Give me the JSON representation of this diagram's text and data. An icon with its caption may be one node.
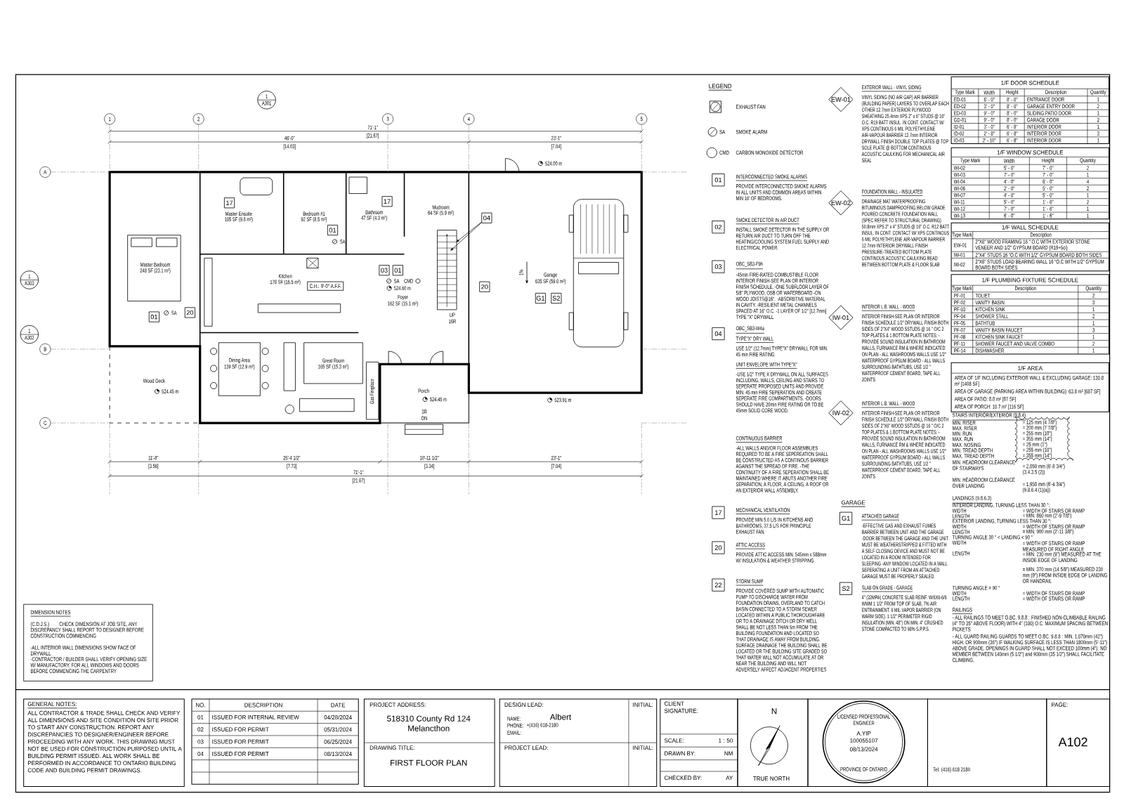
{
  "diagram": {
    "nodes": [
      {
        "text": [
          "17"
        ]
      },
      {
        "text": [
          "17"
        ]
      },
      {
        "text": [
          "04"
        ]
      },
      {
        "text": [
          "01"
        ]
      },
      {
        "text": [
          "03"
        ]
      },
      {
        "text": [
          "01"
        ]
      },
      {
        "text": [
          "20"
        ]
      },
      {
        "text": [
          "G1"
        ]
      },
      {
        "text": [
          "S2"
        ]
      },
      {
        "text": [
          "01"
        ]
      },
      {
        "text": [
          "20"
        ]
      },
      {
        "text": [
          "C.H.: 9'-0\" A.F.F."
        ]
      },
      {
        "text": [
          "01"
        ]
      },
      {
        "text": [
          "02"
        ]
      },
      {
        "text": [
          "03"
        ]
      },
      {
        "text": [
          "04"
        ]
      },
      {
        "text": [
          "17"
        ]
      },
      {
        "text": [
          "20"
        ]
      },
      {
        "text": [
          "22"
        ]
      },
      {
        "text": [
          "EW-01"
        ]
      },
      {
        "text": [
          "EW-02"
        ]
      },
      {
        "text": [
          "IW-01"
        ]
      },
      {
        "text": [
          "IW-02"
        ]
      },
      {
        "text": [
          "G1"
        ]
      },
      {
        "text": [
          "S2"
        ]
      }
    ],
    "edges": [
      {
        "from": 2,
        "to": null,
        "arrow": "to"
      },
      {
        "from": 2,
        "to": null,
        "arrow": "to"
      }
    ],
    "labels": [
      "1",
      "A301",
      "71'-1\"",
      "[21.67]",
      "46'-0\"",
      "[14.03]",
      "23'-1\"",
      "[7.04]",
      "1",
      "2",
      "3",
      "4",
      "5",
      "A",
      "B",
      "C",
      "1",
      "A303",
      "1",
      "A302",
      "Master Bedroom",
      "248 SF (23.1 m²)",
      "Master Ensuite",
      "105 SF (9.8 m²)",
      "Bedroom #1",
      "92 SF (8.5 m²)",
      "Bathroom",
      "47 SF (4.3 m²)",
      "Mudroom",
      "64 SF (5.9 m²)",
      "Kitchen",
      "178 SF (16.5 m²)",
      "Foyer",
      "162 SF (15.1 m²)",
      "Garage",
      "635 SF (59.0 m²)",
      "Dining Area",
      "139 SF (12.9 m²)",
      "Great Room",
      "165 SF (15.3 m²)",
      "Wood Deck",
      "524.45 m",
      "Porch",
      "524.45 m",
      "524.60 m",
      "524.00 m",
      "523.91 m",
      "Gas Fireplace",
      "UP 16R",
      "3R DN",
      "1%",
      "SA",
      "SA",
      "SA",
      "CMD",
      "11'-8\"",
      "[3.56]",
      "25'-4 1/2\"",
      "[7.73]",
      "10'-11 1/2\"",
      "[3.34]",
      "23'-1\"",
      "[7.04]",
      "71'-1\"",
      "[21.67]",
      "LEGEND",
      "SA",
      "CMD",
      "INTERCONNECTED SMOKE ALARMS",
      "PROVIDE INTERCONNECTED SMOKE ALARMS IN ALL UNITS AND COMMON AREAS WITHIN MIN 16' OF BEDROOMS.",
      "SMOKE DETECTOR IN AIR DUCT",
      "INSTALL SMOKE DETECTOR IN THE SUPPLY OR RETURN AIR DUCT TO TURN OFF THE HEATING/COOLING SYSTEM FUEL SUPPLY AND ELECTRICAL POWER.",
      "OBC_SB3-F9h",
      "-45min FIRE-RATED COMBUSTIBLE FLOOR INTERIOR FINISH-SEE PLAN OR INTERIOR FINISH SCHEDULE. -ONE SUBFLOOR LAYER OF 5/8\" PLYWOOD, OSB OR WAFERBOARD -ON WOOD JOISTS@16\". -ABSORBTIVE MATERIAL IN CAVITY. -RESILIENT METAL CHANNELS SPACED AT 16\" O.C. -1 LAYER OF 1/2\" [12.7mm] TYPE \"X\" DRYWALL",
      "OBC_SB3-W4a",
      "TYPE\"X\" DRY WALL",
      "USE 1/2\" (12.7mm) TYPE\"X\" DRYWALL FOR MIN. 45 min FIRE RATING",
      "UNIT ENVELOPE WITH TYPE\"X\"",
      "-USE 1/2\" TYPE X DRYWALL ON ALL SURFACES INCLUDING, WALLS, CEILING AND STAIRS TO SEPERATE PROPOSED UNITS AND PROVIDE MIN. 45 min FIRE SEPERATION AND CREATE SEPERATE FIRE COMPARTMENTS. -DOORS SHOULD HAVE 20min FIRE RATING OR TO BE 45mm SOLID CORE WOOD.",
      "CONTINUOUS BARRIER",
      "-ALL WALLS AND/OR FLOOR ASSEMBLIES REQUIRED TO BE A FIRE SEPEREATION SHALL BE CONSTRUCTED AS A CONTINOUS BARRIER AGAINST THE SPREAD OF FIRE. -THE CONTINUITY OF A FIRE SEPERATION SHALL BE MAINTAINED WHERE IT ABUTS ANOTHER FIRE SEPARATION, A FLOOR, A CEILING, A ROOF OR AN EXTERIOR WALL ASSEMBLY.",
      "MECHANICAL VENTILATION",
      "PROVIDE MIN 5.0 L/S IN KITCHENS AND BATHROOMS, 37.5 L/S FOR PRINCIPLE EXHAUST FAN.",
      "ATTIC ACCESS",
      "PROVIDE ATTIC ACCESS MIN. 545mm x 588mm W/ INSULATION & WEATHER STRIPPING",
      "STORM SUMP",
      "PROVIDE COVERED SUMP WITH AUTOMATIC PUMP TO DISCHARGE WATER FROM FOUNDATION DRAINS, OVERLAND TO CATCH BASIN CONNECTED TO A STORM SEWER LOCATED WITHIN A PUBLIC THOROUGHFARE OR TO A DRAINAGE DITCH OR DRY WELL SHALL BE NOT LESS THAN 5m FROM THE BUILDING FOUNDATION AND LOCATED SO THAT DRAINAGE IS AWAY FROM BUILDING. SURFACE DRAINAGE THE BUILDING SHALL BE LOCATED OR THE BUILDING SITE GRADED SO THAT WATER WILL NOT ACCUMULATE AT OR NEAR THE BUILDING AND WILL NOT ADVERSELY AFFECT ADJACENT PROPERTIES",
      "EXTERIOR WALL - VINYL SIDING",
      "VINYL SIDING (NO AIR GAP) AIR BARRIER (BUILDING PAPER) LAYERS TO OVERLAP EACH OTHER 12.7mm EXTERIOR PLYWOOD SHEATHING 25.4mm XPS 2\" x 6\" STUDS @ 16\" O.C. R19 BATT INSUL. IN CONT. CONTACT W/ XPS CONTINOUS 6 MIL POLYETHYLENE AIR-VAPOUR BARRIER 12.7mm INTERIOR DRYWALL FINISH DOUBLE TOP PLATES @ TOP SOLE PLATE @ BOTTOM CONTINOUS ACOUSTIC CAULKING FOR MECHANICAL AIR SEAL",
      "FOUNDATION WALL - INSULATED",
      "DRAINAGE MAT WATERPROOFING BITUMINOUS DAMPROOFING BELOW GRADE POURED CONCRETE FOUNDATION WALL (SPEC REFER TO STRUCTURAL DRAWING) 50.8mm XPS 2\" x 4\" STUDS @ 16\" O.C. R12 BATT INSUL. IN CONT. CONTACT W/ XPS CONTINOUS 6 MIL POLYETHYLENE AIR-VAPOUR BARRIER 12.7mm INTERIOR DRYWALL FINISH PRESSURE-TREATED BOTTOM PLATE CONTINOUS ACOUSTIC CAULKING BEAD BETWEEN BOTTOM PLATE & FLOOR SLAB",
      "INTERIOR L.B. WALL - WOOD",
      "INTERIOR FINISH-SEE PLAN OR INTERIOR FINISH SCHEDULE 1/2\" DRYWALL FINISH BOTH SIDES OF 2\"X4\" WOOD SSTUDS @ 16 \" O/C 2 TOP PLATES & 1 BOTTOM PLATE NOTES: - PROVIDE SOUND INSULATION IN BATHROOM WALLS, FURNANCE RM & WHERE INDICATED ON PLAN - ALL WASHROOMS WALLS USE 1/2\" WATERPROOF GYPSUM BOARD - ALL WALLS SURROUNDING BATHTUBS, USE 1/2 \" WATERPROOF CEMENT BOARD, TAPE ALL JOINTS",
      "INTERIOR L.B. WALL - WOOD",
      "INTERIOR FINISH-SEE PLAN OR INTERIOR FINISH SCHEDULE 1/2\" DRYWALL FINISH BOTH SIDES OF 2\"X6\" WOOD SSTUDS @ 16 \" O/C 2 TOP PLATES & 1 BOTTOM PLATE NOTES: - PROVIDE SOUND INSULATION IN BATHROOM WALLS, FURNANCE RM & WHERE INDICATED ON PLAN - ALL WASHROOMS WALLS USE 1/2\" WATERPROOF GYPSUM BOARD - ALL WALLS SURROUNDING BATHTUBS, USE 1/2 \" WATERPROOF CEMENT BOARD, TAPE ALL JOINTS",
      "GARAGE",
      "ATTACHED GARAGE",
      "-EFFECTIVE GAS AND EXHAUST FUMES BARRIER BETWEEN UNIT AND THE GARAGE -DOOR BETWEEN THE GARAGE AND THE UNIT MUST BE WEATHERSTRIPPED & FITTED WITH A SELF CLOSING DEVICE AND MUST NOT BE LOCATED IN A ROOM INTENDED FOR SLEEPING -ANY WINDOW LOCATED IN A WALL SEPERATING A UNIT FROM AN ATTACHED GARAGE MUST BE PROPERLY SEALED.",
      "SLAB ON GRADE - GARAGE",
      "4\" (32MPA) CONCRETE SLAB REINF. W/6X6-6/6 WWM 1 1/2\" FROM TOP OF SLAB, 7% AIR ENTRAINMENT. 6 MIL VAPOR BARRIER (ON WARM SIDE). 1 1/2\" PERIMETER RIGID INSULATION (MIN. 48\") ON MIN. 4\" CRUSHED STONE COMPACTED TO 98% S.P.P.S.",
      "1/F DOOR SCHEDULE",
      "Type Mark",
      "Width",
      "Height",
      "Description",
      "Quantity",
      "ED-01",
      "6' - 0\"",
      "8' - 0\"",
      "ENTRANCE DOOR",
      "1",
      "ED-02",
      "3' - 0\"",
      "8' - 0\"",
      "GARAGE ENTRY DOOR",
      "2",
      "ED-03",
      "9' - 0\"",
      "8' - 0\"",
      "SLIDING PATIO DOOR",
      "1",
      "GD-01",
      "9' - 0\"",
      "8' - 0\"",
      "GARAGE DOOR",
      "2",
      "ID-01",
      "3' - 0\"",
      "6' - 8\"",
      "INTERIOR DOOR",
      "1",
      "ID-02",
      "2' - 8\"",
      "6' - 8\"",
      "INTERIOR DOOR",
      "3",
      "ID-03",
      "2' - 10\"",
      "6' - 8\"",
      "INTERIOR DOOR",
      "1",
      "1/F WINDOW SCHEDULE",
      "Type Mark",
      "Width",
      "Height",
      "Quantity",
      "WI-02",
      "5' - 0\"",
      "7' - 0\"",
      "2",
      "WI-03",
      "7' - 0\"",
      "7' - 0\"",
      "1",
      "WI-04",
      "4' - 0\"",
      "6' - 0\"",
      "4",
      "WI-06",
      "2' - 0\"",
      "5' - 0\"",
      "2",
      "WI-07",
      "4' - 0\"",
      "5' - 0\"",
      "1",
      "WI-11",
      "5' - 0\"",
      "1' - 6\"",
      "2",
      "WI-12",
      "7' - 0\"",
      "1' - 6\"",
      "1",
      "WI-13",
      "6' - 0\"",
      "1' - 6\"",
      "1",
      "1/F WALL SCHEDULE",
      "Type Mark",
      "Description",
      "EW-01",
      "2\"X6\" WOOD FRAMING 16 \" O.C WITH EXTERIOR STONE VENEER AND 1/2\" GYPSUM BOARD (R19+5ci)",
      "IW-01",
      "2\"X4\" STUDS 16 \"O.C WITH 1/2\" GYPSUM BOARD BOTH SIDES",
      "IW-02",
      "2\"X6\" STUDS LOAD BEARING WALL 16 \"O.C WITH 1/2\" GYPSUM BOARD BOTH SIDES",
      "1/F PLUMBING FIXTURE SCHEDULE",
      "Type Mark",
      "Description",
      "Quantity",
      "PF-01",
      "TOLIET",
      "2",
      "PF-02",
      "VANITY BASIN",
      "3",
      "PF-03",
      "KITCHEN SINK",
      "1",
      "PF-04",
      "SHOWER STALL",
      "2",
      "PF-05",
      "BATHTUB",
      "1",
      "PF-07",
      "VANITY BASIN FAUCET",
      "3",
      "PF-08",
      "KITCHEN SINK FAUCET",
      "1",
      "PF-11",
      "SHOWER FAUCET AND VALVE COMBO",
      "2",
      "PF-14",
      "DISHWASHER",
      "1",
      "1/F AREA",
      "AREA OF 1/F INCLUDING EXTERIOR WALL & EXCLUDING GARAGE: 130.8 m² [1408 SF]",
      "AREA OF GARAGE (PARKING AREA WITHIN BUILDING): 63.8 m² [687 SF]",
      "AREA OF PATIO: 8.0 m² [87 SF]",
      "AREA OF PORCH: 10.7 m² [116 SF]",
      "STAIRS INTERIOR/EXTERIOR (9.8.4)",
      "MIN. RISER",
      "= 125 mm (4 7/8\")",
      "MAX. RISER",
      "= 200 mm (7 7/8\")",
      "MIN. RUN",
      "= 255 mm (10\")",
      "MAX. RUN",
      "= 355 mm (14\")",
      "MAX. NOSING",
      "= 25 mm (1\")",
      "MIN. TREAD DEPTH",
      "= 255 mm (10\")",
      "MAX. TREAD DEPTH",
      "= 355 mm (14\")",
      "MIN. HEADROOM CLEARANCE OF STAIRWAYS",
      "= 2,050 mm (6'-8 3/4\")",
      "(3.4.3.5 (2))",
      "MIN. HEADROOM CLEARANCE OVER LANDING",
      "= 1,950 mm (6'-4 3/4\")",
      "(9.8.6.4 (1)(a))",
      "LANDINGS (9.8.6.3)",
      "INTERIOR LANDING, TURNING LESS THAN 30 °:",
      "WIDTH",
      "= WIDTH OF STAIRS OR RAMP",
      "LENGTH",
      "= MIN. 860 mm (2'-9 7/8\")",
      "EXTERIOR LANDING, TURNING LESS THAN 30 °:",
      "WIDTH",
      "= WIDTH OF STAIRS OR RAMP",
      "LENGTH",
      "= MIN. 900 mm (2'-11 3/8\")",
      "TURNING ANGLE 30 ° < LANDING < 90 °",
      "WIDTH",
      "= WIDTH OF STAIRS OR RAMP MEASURED OF RIGHT ANGLE",
      "LENGTH",
      "= MIN. 230 mm (9\") MEASURED AT THE INSIDE EDGE OF LANDING",
      "= MIN. 370 mm (14 5/8\") MEASURED 230 mm (9\") FROM INSIDE EDGE OF LANDING OR HANDRAIL",
      "TURNING ANGLE = 90 °",
      "WIDTH",
      "= WIDTH OF STAIRS OR RAMP",
      "LENGTH",
      "= WIDTH OF STAIRS OR RAMP",
      "RAILINGS",
      "- ALL RAILINGS TO MEET O.BC. 9.8.8 : FINISHED NON-CLIMBABLE RAILING (4\" TO 35\" ABOVE FLOOR) WITH 4\" (100) O.C. MAXIMUM SPACING BETWEEN PICKETS",
      "- ALL GUARD RAILING GUARDS TO MEET O.BC. 9.8.8 : MIN. 1,070mm (42\") HIGH. OR 900mm (36\") IF WALKING SURFACE IS LESS THAN 1800mm (5'-11\") ABOVE GRADE. OPENINGS IN GUARD SHALL NOT EXCEED 100mm (4\"). NO MEMBER BETWEEN 140mm (5 1/2\") and 900mm (35 1/2\") SHALL FACILITATE CLIMBING.",
      "DIMENSION NOTES",
      "(C.D.J.S.)",
      "CHECK DIMENSION AT JOB SITE, ANY DISCREPANCY SHALL REPORT TO DESIGNER BEFORE CONSTRUCTION COMMENCING",
      "-ALL INTERIOR WALL DIMENSIONS SHOW FACE OF DRYWALL",
      "-CONTRACTOR / BUILDER SHALL VERIFY OPENING SIZE W/ MANUFACTORY, FOR ALL WINDOWS AND DOORS BEFORE COMMENCING THE CARPENTRY",
      "GENERAL NOTES:",
      "ALL CONTRACTOR & TRADE SHALL CHECK AND VERIFY ALL DIMENSIONS AND SITE CONDITION ON SITE PRIOR TO START ANY CONSTRUCTION. REPORT ANY DISCREPANCIES TO DESIGNER/ENGINEER BEFORE PROCEEDING WITH ANY WORK. THIS DRAWING MUST NOT BE USED FOR CONSTRUCTION PURPOSED UNTIL A BUILDING PERMIT ISSUED. ALL WORK SHALL BE PERFORMED IN ACCORDANCE TO ONTARIO BUILDING CODE AND BUILDING PERMIT DRAWINGS.",
      "NO.",
      "DESCRIPTION",
      "DATE",
      "01",
      "ISSUED FOR INTERNAL REVIEW",
      "04/28/2024",
      "02",
      "ISSUED FOR PERMIT",
      "05/31/2024",
      "03",
      "ISSUED FOR PERMIT",
      "06/25/2024",
      "04",
      "ISSUED FOR PERMIT",
      "08/13/2024",
      "PROJECT ADDRESS:",
      "518310 County Rd 124 Melancthon",
      "DRAWING TITLE:",
      "FIRST FLOOR PLAN",
      "DESIGN LEAD:",
      "NAME:",
      "Albert",
      "PHONE:",
      "+(416) 618-2180",
      "EMAIL:",
      "INITIAL:",
      "PROJECT LEAD:",
      "INITIAL:",
      "CLIENT SIGNATURE:",
      "SCALE:",
      "1 : 50",
      "DRAWN BY:",
      "NM",
      "CHECKED BY:",
      "AY",
      "N",
      "TRUE NORTH",
      "LICENSED PROFESSIONAL ENGINEER",
      "A.YIP",
      "100055107",
      "08/13/2024",
      "PROVINCE OF ONTARIO",
      "Tel: (416) 618 2180",
      "PAGE:",
      "A102"
    ],
    "legend": [
      {
        "text": "EXHAUST FAN"
      },
      {
        "text": "SMOKE ALARM"
      },
      {
        "text": "CARBON MONOXIDE DETECTOR"
      }
    ]
  }
}
